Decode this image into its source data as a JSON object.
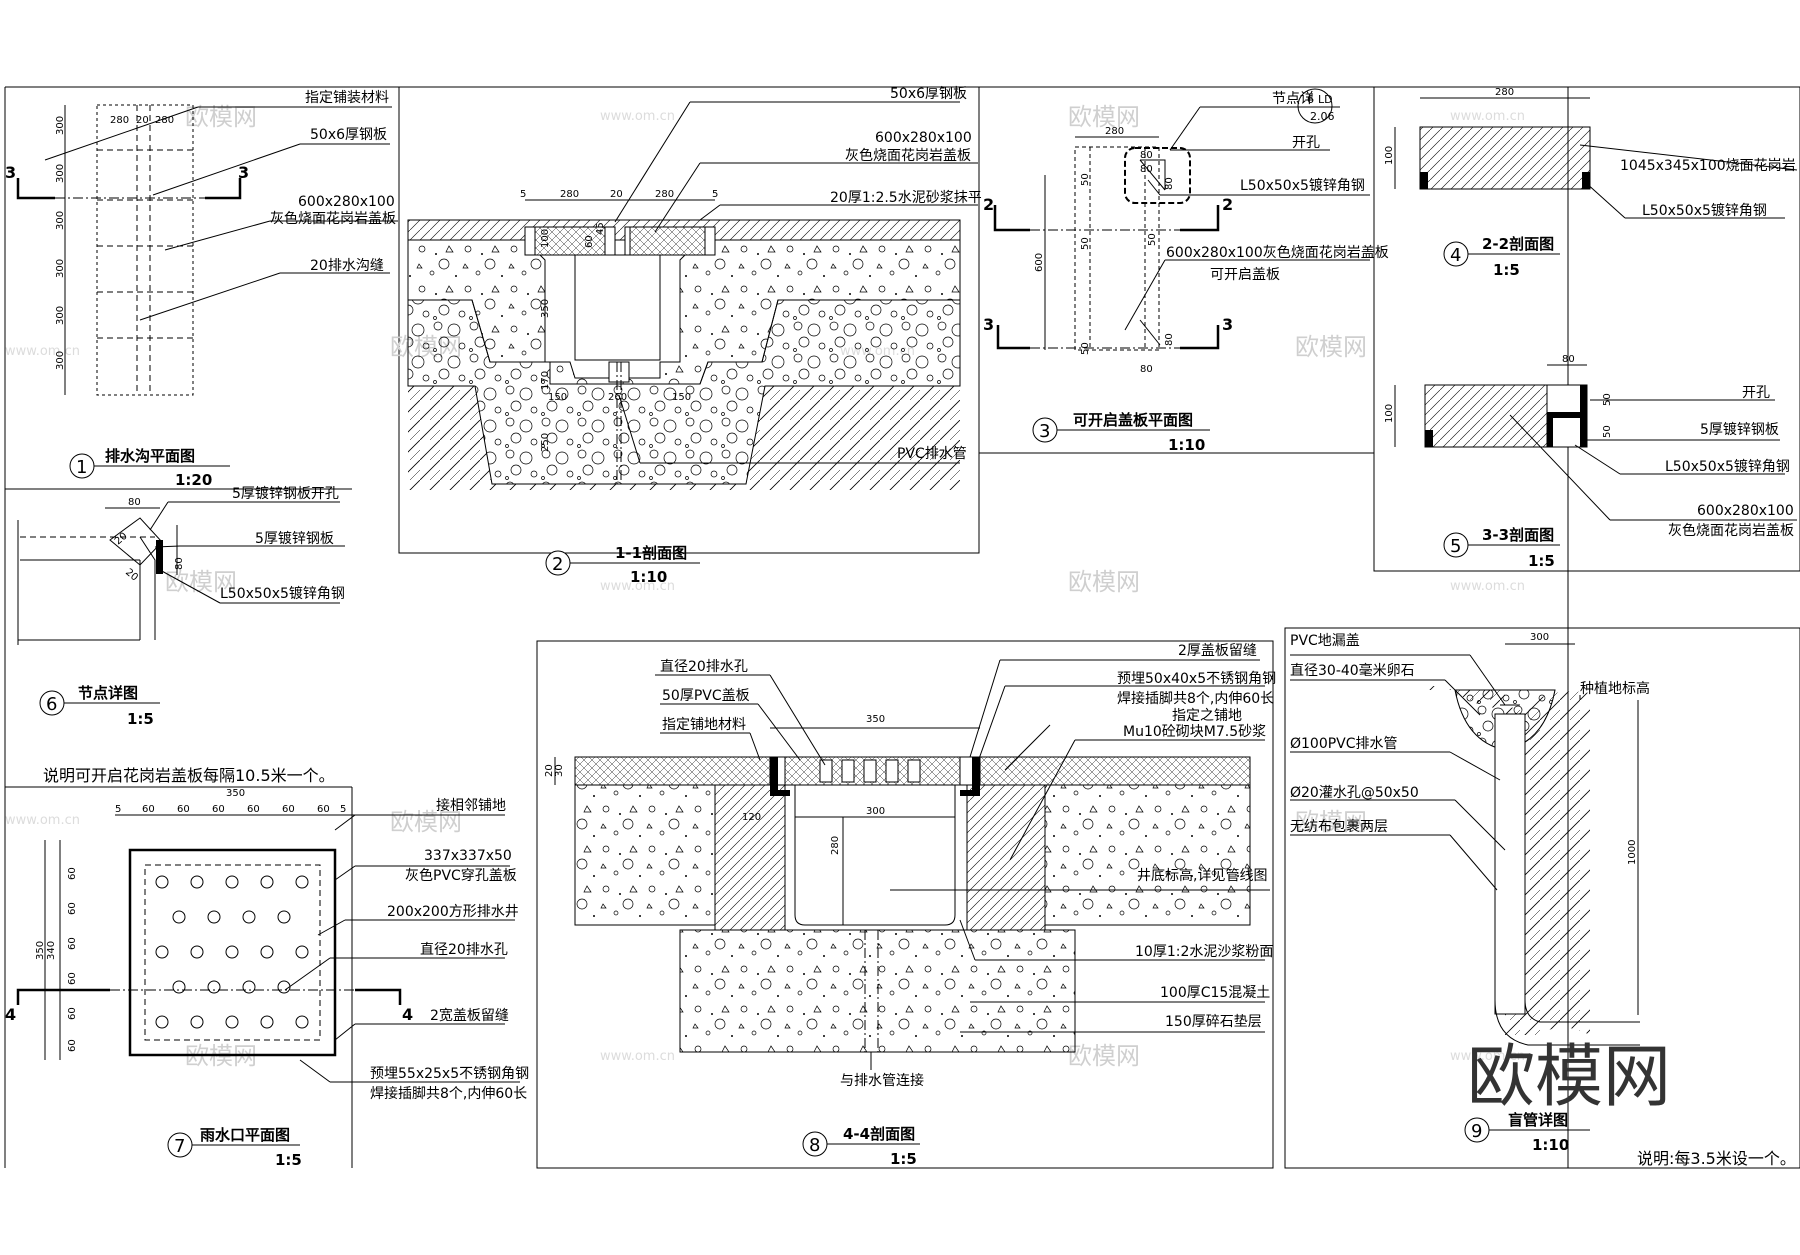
{
  "watermark": {
    "brand": "欧模网",
    "url": "www.om.cn"
  },
  "logo": {
    "text": "欧模网"
  },
  "panels": {
    "p1": {
      "num": "1",
      "title": "排水沟平面图",
      "scale": "1:20",
      "labels": [
        "指定铺装材料",
        "50x6厚钢板",
        "600x280x100",
        "灰色烧面花岗岩盖板",
        "20排水沟缝"
      ],
      "section_marks": [
        "3",
        "3"
      ],
      "dims": [
        "280",
        "20",
        "280",
        "300",
        "300",
        "300",
        "300",
        "300",
        "300"
      ]
    },
    "p2": {
      "num": "2",
      "title": "1-1剖面图",
      "scale": "1:10",
      "labels": [
        "50x6厚钢板",
        "600x280x100",
        "灰色烧面花岗岩盖板",
        "20厚1:2.5水泥砂浆抹平",
        "PVC排水管"
      ],
      "dims": [
        "5",
        "280",
        "20",
        "280",
        "5",
        "100",
        "60",
        "45",
        "350",
        "170",
        "150",
        "260",
        "150",
        "250"
      ]
    },
    "p3": {
      "num": "3",
      "title": "可开启盖板平面图",
      "scale": "1:10",
      "labels": [
        "节点详",
        "6",
        "LD",
        "2.06",
        "开孔",
        "L50x50x5镀锌角钢",
        "600x280x100灰色烧面花岗岩盖板",
        "可开启盖板"
      ],
      "section_marks": [
        "2",
        "2",
        "3",
        "3"
      ],
      "dims": [
        "280",
        "80",
        "80",
        "80",
        "50",
        "50",
        "50",
        "600",
        "50",
        "80",
        "80"
      ]
    },
    "p4": {
      "num": "4",
      "title": "2-2剖面图",
      "scale": "1:5",
      "labels": [
        "1045x345x100烧面花岗岩",
        "L50x50x5镀锌角钢"
      ],
      "dims": [
        "280",
        "100"
      ]
    },
    "p5": {
      "num": "5",
      "title": "3-3剖面图",
      "scale": "1:5",
      "labels": [
        "开孔",
        "5厚镀锌钢板",
        "L50x50x5镀锌角钢",
        "600x280x100",
        "灰色烧面花岗岩盖板"
      ],
      "dims": [
        "80",
        "100",
        "50",
        "50"
      ]
    },
    "p6": {
      "num": "6",
      "title": "节点详图",
      "scale": "1:5",
      "labels": [
        "5厚镀锌钢板开孔",
        "5厚镀锌钢板",
        "L50x50x5镀锌角钢"
      ],
      "dims": [
        "80",
        "80",
        "20",
        "20"
      ],
      "note": "说明可开启花岗岩盖板每隔10.5米一个。"
    },
    "p7": {
      "num": "7",
      "title": "雨水口平面图",
      "scale": "1:5",
      "labels": [
        "接相邻铺地",
        "337x337x50",
        "灰色PVC穿孔盖板",
        "200x200方形排水井",
        "直径20排水孔",
        "2宽盖板留缝",
        "预埋55x25x5不锈钢角钢",
        "焊接插脚共8个,内伸60长"
      ],
      "section_marks": [
        "4",
        "4"
      ],
      "dims": [
        "350",
        "5",
        "60",
        "60",
        "60",
        "60",
        "60",
        "60",
        "5",
        "350",
        "340"
      ]
    },
    "p8": {
      "num": "8",
      "title": "4-4剖面图",
      "scale": "1:5",
      "labels": [
        "直径20排水孔",
        "50厚PVC盖板",
        "指定铺地材料",
        "2厚盖板留缝",
        "预埋50x40x5不锈钢角钢",
        "焊接插脚共8个,内伸60长",
        "指定之铺地",
        "Mu10砼砌块M7.5砂浆",
        "井底标高,详见管线图",
        "10厚1:2水泥沙浆粉面",
        "100厚C15混凝土",
        "150厚碎石垫层",
        "与排水管连接"
      ],
      "dims": [
        "350",
        "20",
        "30",
        "120",
        "300",
        "280"
      ]
    },
    "p9": {
      "num": "9",
      "title": "盲管详图",
      "scale": "1:10",
      "labels": [
        "PVC地漏盖",
        "直径30-40毫米卵石",
        "种植地标高",
        "Ø100PVC排水管",
        "Ø20灌水孔@50x50",
        "无纺布包裹两层"
      ],
      "dims": [
        "300",
        "1000"
      ],
      "note": "说明:每3.5米设一个。"
    }
  }
}
